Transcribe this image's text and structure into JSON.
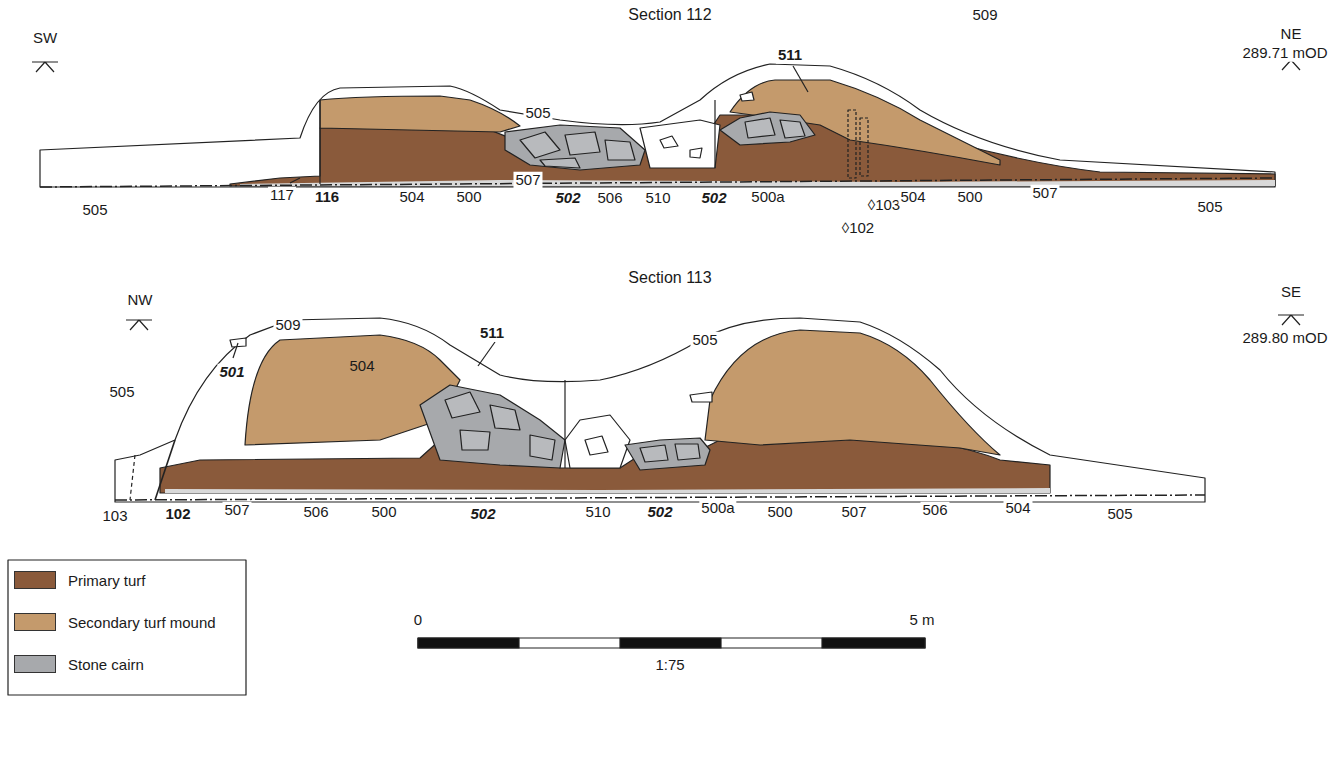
{
  "diagram": {
    "labels": [
      "Section 112",
      "SW",
      "NE",
      "289.71 mOD",
      "505",
      "509",
      "511",
      "505",
      "117",
      "116",
      "504",
      "500",
      "507",
      "502",
      "506",
      "510",
      "502",
      "500a",
      "◊103",
      "504",
      "500",
      "507",
      "505",
      "◊102",
      "Section 113",
      "NW",
      "SE",
      "289.80 mOD",
      "509",
      "501",
      "511",
      "505",
      "504",
      "505",
      "103",
      "102",
      "507",
      "506",
      "500",
      "502",
      "510",
      "502",
      "500a",
      "500",
      "507",
      "506",
      "504",
      "505",
      "0",
      "5 m",
      "1:75"
    ],
    "legend": [
      {
        "text": "Primary turf",
        "color": "#8a5a3b"
      },
      {
        "text": "Secondary turf mound",
        "color": "#c49a6c"
      },
      {
        "text": "Stone cairn",
        "color": "#a7a9ac"
      }
    ]
  }
}
